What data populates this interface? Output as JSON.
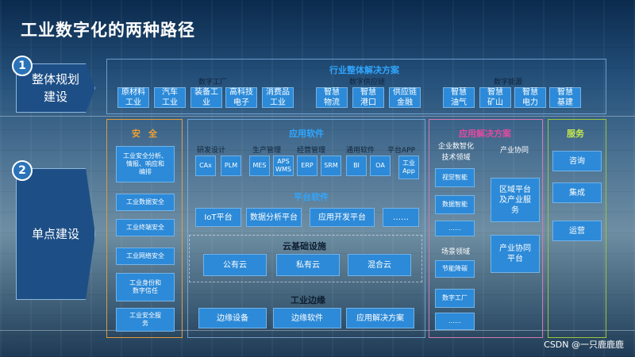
{
  "title": "工业数字化的两种路径",
  "left": {
    "step1_num": "1",
    "step1_label": "整体规划\n建设",
    "step2_num": "2",
    "step2_label": "单点建设"
  },
  "top": {
    "header": "行业整体解决方案",
    "groups": [
      {
        "label": "数字工厂",
        "items": [
          "原材料\n工业",
          "汽车\n工业",
          "装备工\n业",
          "高科技\n电子",
          "消费品\n工业"
        ]
      },
      {
        "label": "数字供应链",
        "items": [
          "智慧\n物流",
          "智慧\n港口",
          "供应链\n金融"
        ]
      },
      {
        "label": "数字能源",
        "items": [
          "智慧\n油气",
          "智慧\n矿山",
          "智慧\n电力",
          "智慧\n基建"
        ]
      }
    ]
  },
  "security": {
    "title": "安全",
    "items": [
      "工业安全分析、\n情报、响应和\n编排",
      "工业数据安全",
      "工业终端安全",
      "工业网络安全",
      "工业身份和\n数字信任",
      "工业安全服\n务"
    ]
  },
  "app_software": {
    "title": "应用软件",
    "categories": [
      "研发设计",
      "生产管理",
      "经营管理",
      "通用软件",
      "平台APP"
    ],
    "items": [
      "CAx",
      "PLM",
      "MES",
      "APS\nWMS",
      "ERP",
      "SRM",
      "BI",
      "OA",
      "工业\nApp"
    ]
  },
  "platform": {
    "title": "平台软件",
    "items": [
      "IoT平台",
      "数据分析平台",
      "应用开发平台",
      "……"
    ]
  },
  "cloud": {
    "title": "云基础设施",
    "items": [
      "公有云",
      "私有云",
      "混合云"
    ]
  },
  "edge": {
    "title": "工业边缘",
    "items": [
      "边缘设备",
      "边缘软件",
      "应用解决方案"
    ]
  },
  "solutions": {
    "title": "应用解决方案",
    "col1_title": "企业数智化\n技术领域",
    "col1_items": [
      "视觉智能",
      "数据智能",
      "……"
    ],
    "col1b_title": "场景领域",
    "col1b_items": [
      "节能降碳",
      "数字工厂",
      "……"
    ],
    "col2_title": "产业协同",
    "col2_items": [
      "区域平台\n及产业服\n务",
      "产业协同\n平台"
    ]
  },
  "services": {
    "title": "服务",
    "items": [
      "咨询",
      "集成",
      "运营"
    ]
  },
  "watermark": "CSDN @一只鹿鹿鹿"
}
